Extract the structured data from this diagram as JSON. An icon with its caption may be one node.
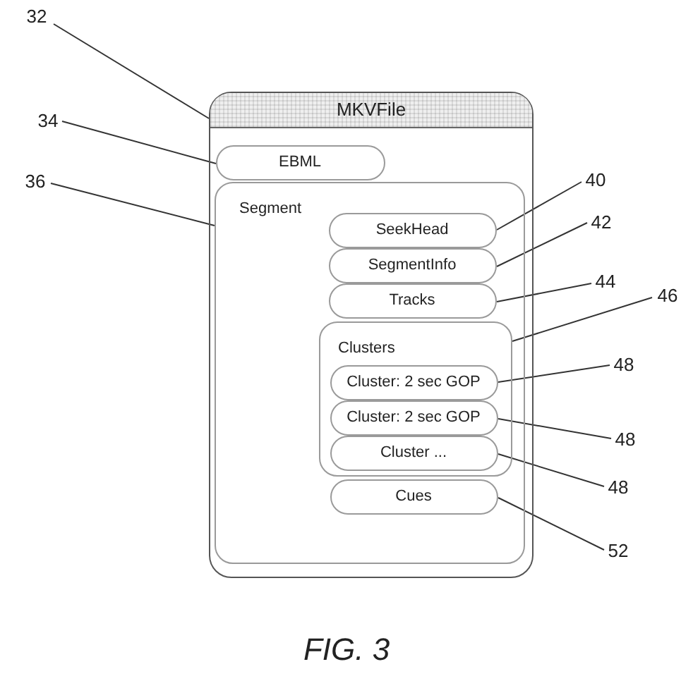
{
  "diagram": {
    "nodes": [
      {
        "text": [
          "32"
        ]
      },
      {
        "text": [
          "MKVFile"
        ]
      },
      {
        "text": [
          "34"
        ]
      },
      {
        "text": [
          "EBML"
        ],
        "in": 1
      },
      {
        "text": [
          "36"
        ]
      },
      {
        "text": [
          "Segment"
        ],
        "in": 1
      },
      {
        "text": [
          "40"
        ]
      },
      {
        "text": [
          "SeekHead"
        ],
        "in": 5
      },
      {
        "text": [
          "42"
        ]
      },
      {
        "text": [
          "SegmentInfo"
        ],
        "in": 5
      },
      {
        "text": [
          "44"
        ]
      },
      {
        "text": [
          "Tracks"
        ],
        "in": 5
      },
      {
        "text": [
          "46"
        ]
      },
      {
        "text": [
          "Clusters"
        ],
        "in": 5
      },
      {
        "text": [
          "48"
        ]
      },
      {
        "text": [
          "Cluster: 2 sec GOP"
        ],
        "in": 13
      },
      {
        "text": [
          "48"
        ]
      },
      {
        "text": [
          "Cluster: 2 sec GOP"
        ],
        "in": 13
      },
      {
        "text": [
          "Cluster ..."
        ],
        "in": 13
      },
      {
        "text": [
          "48"
        ]
      },
      {
        "text": [
          "Cues"
        ],
        "in": 5
      },
      {
        "text": [
          "52"
        ]
      }
    ],
    "edges": [
      {
        "from": 0,
        "to": 1,
        "arrow": "none"
      },
      {
        "from": 2,
        "to": 3,
        "arrow": "none"
      },
      {
        "from": 4,
        "to": 5,
        "arrow": "none"
      },
      {
        "from": 6,
        "to": 7,
        "arrow": "none"
      },
      {
        "from": 8,
        "to": 9,
        "arrow": "none"
      },
      {
        "from": 10,
        "to": 11,
        "arrow": "none"
      },
      {
        "from": 12,
        "to": 13,
        "arrow": "none"
      },
      {
        "from": 14,
        "to": 15,
        "arrow": "none"
      },
      {
        "from": 16,
        "to": 17,
        "arrow": "none"
      },
      {
        "from": 19,
        "to": 18,
        "arrow": "none"
      },
      {
        "from": 21,
        "to": 20,
        "arrow": "none"
      }
    ],
    "caption": "FIG. 3"
  }
}
